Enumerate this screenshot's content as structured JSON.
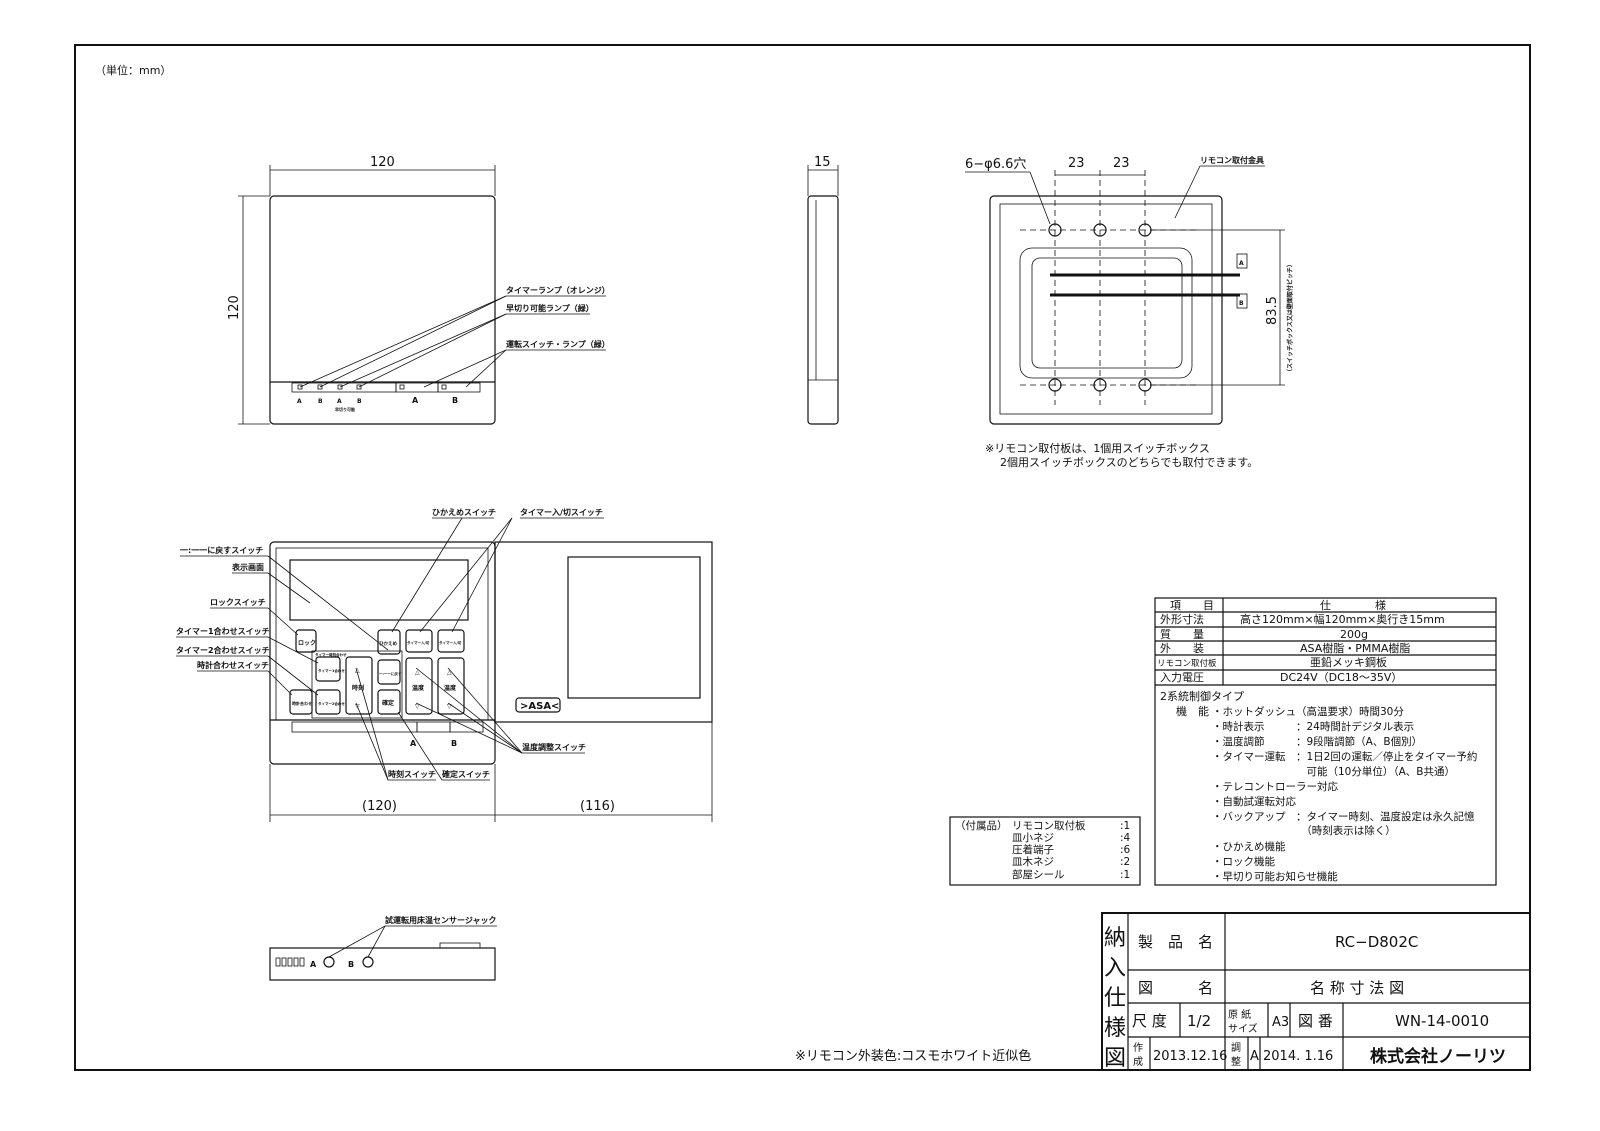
{
  "unit_label": "（単位：mm）",
  "front_view": {
    "dim_width": "120",
    "dim_height": "120",
    "callouts": [
      "タイマーランプ（オレンジ）",
      "早切り可能ランプ（緑）",
      "運転スイッチ・ランプ（緑）"
    ],
    "lamp_labels": [
      "A",
      "B",
      "A",
      "B",
      "早切り可能"
    ],
    "switch_labels": [
      "A",
      "B"
    ]
  },
  "side_view": {
    "dim_depth": "15"
  },
  "back_view": {
    "hole_label": "6−φ6.6穴",
    "dim_pitch_1": "23",
    "dim_pitch_2": "23",
    "bracket_label": "リモコン取付金具",
    "dim_vertical": "83.5",
    "dim_vertical_note": "（スイッチボックス又は壁面取付ピッチ）",
    "wire_labels": [
      "A",
      "B"
    ],
    "note_line1": "※リモコン取付板は、1個用スイッチボックス",
    "note_line2": "2個用スイッチボックスのどちらでも取付できます。"
  },
  "open_view": {
    "callouts": {
      "return_switch": "一:一一に戻すスイッチ",
      "display": "表示画面",
      "lock_switch": "ロックスイッチ",
      "timer1_switch": "タイマー1合わせスイッチ",
      "timer2_switch": "タイマー2合わせスイッチ",
      "clock_switch": "時計合わせスイッチ",
      "eco_switch": "ひかえめスイッチ",
      "timer_onoff_switch": "タイマー入/切スイッチ",
      "temp_switch": "温度調整スイッチ",
      "time_switch": "時刻スイッチ",
      "confirm_switch": "確定スイッチ"
    },
    "buttons": {
      "lock": "ロック",
      "timer1": "タイマー1合わせ",
      "timer2": "タイマー2合わせ",
      "clock": "時計合わせ",
      "time": "時刻",
      "eco": "ひかえめ",
      "return": "一:一一に戻す",
      "confirm": "確定",
      "timer_a": "タイマー入/切",
      "timer_b": "タイマー入/切",
      "temp_a": "温度",
      "temp_b": "温度",
      "timer_group": "タイマー時刻合わせ"
    },
    "logo": ">ASA<",
    "dim_body": "(120)",
    "dim_cover": "(116)",
    "switch_labels": [
      "A",
      "B"
    ]
  },
  "bottom_view": {
    "callout": "試運転用床温センサージャック",
    "jack_labels": [
      "A",
      "B"
    ]
  },
  "spec_table": {
    "headers": [
      "項　　目",
      "仕　　　　様"
    ],
    "rows": [
      [
        "外形寸法",
        "高さ120mm×幅120mm×奥行き15mm"
      ],
      [
        "質　　量",
        "200g"
      ],
      [
        "外　　装",
        "ASA樹脂・PMMA樹脂"
      ],
      [
        "リモコン取付板",
        "亜鉛メッキ鋼板"
      ],
      [
        "入力電圧",
        "DC24V（DC18〜35V）"
      ]
    ],
    "type": "2系統制御タイプ",
    "function_label": "機　能",
    "functions": [
      "・ホットダッシュ（高温要求）時間30分",
      "・時計表示　　　：24時間計デジタル表示",
      "・温度調節　　　：9段階調節（A、B個別）",
      "・タイマー運転　：1日2回の運転／停止をタイマー予約",
      "　　　　　　　　　可能（10分単位）（A、B共通）",
      "・テレコントローラー対応",
      "・自動試運転対応",
      "・バックアップ　：タイマー時刻、温度設定は永久記憶",
      "　　　　　　　　　（時刻表示は除く）",
      "・ひかえめ機能",
      "・ロック機能",
      "・早切り可能お知らせ機能"
    ]
  },
  "accessories": {
    "label": "（付属品）",
    "items": [
      {
        "name": "リモコン取付板",
        "qty": ":1"
      },
      {
        "name": "皿小ネジ",
        "qty": ":4"
      },
      {
        "name": "圧着端子",
        "qty": ":6"
      },
      {
        "name": "皿木ネジ",
        "qty": ":2"
      },
      {
        "name": "部屋シール",
        "qty": ":1"
      }
    ]
  },
  "color_note": "※リモコン外装色:コスモホワイト近似色",
  "title_block": {
    "side_title": [
      "納",
      "入",
      "仕",
      "様",
      "図"
    ],
    "product_label": "製　品　名",
    "product_value": "RC−D802C",
    "drawing_label": "図　　　名",
    "drawing_value": "名 称 寸 法 図",
    "scale_label": "尺 度",
    "scale_value": "1/2",
    "paper_label_1": "原 紙",
    "paper_label_2": "サイズ",
    "paper_value": "A3",
    "number_label": "図 番",
    "number_value": "WN-14-0010",
    "created_label_1": "作",
    "created_label_2": "成",
    "created_value": "2013.12.16",
    "adjusted_label_1": "調",
    "adjusted_label_2": "整",
    "revision": "A",
    "adjusted_value": "2014. 1.16",
    "company": "株式会社ノーリツ"
  }
}
